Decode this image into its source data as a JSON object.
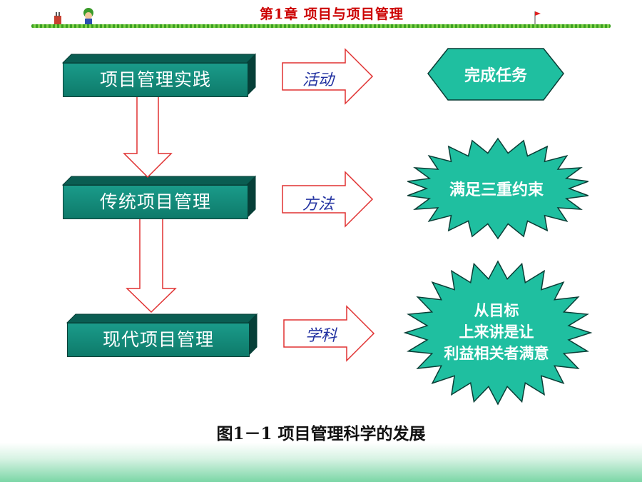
{
  "header": {
    "title": "第1章   项目与项目管理"
  },
  "diagram": {
    "stages": [
      {
        "label": "项目管理实践",
        "relation": "活动",
        "outcome": [
          "完成任务"
        ],
        "outcome_shape": "hexagon"
      },
      {
        "label": "传统项目管理",
        "relation": "方法",
        "outcome": [
          "满足三重约束"
        ],
        "outcome_shape": "starburst"
      },
      {
        "label": "现代项目管理",
        "relation": "学科",
        "outcome": [
          "从目标",
          "上来讲是让",
          "利益相关者满意"
        ],
        "outcome_shape": "starburst"
      }
    ],
    "caption": "图1－1   项目管理科学的发展"
  },
  "colors": {
    "box_fill": "#1a9b8a",
    "shape_fill": "#1fbfa0",
    "arrow_stroke": "#e03030",
    "label_text": "#2030a0",
    "header_text": "#cc0000"
  }
}
